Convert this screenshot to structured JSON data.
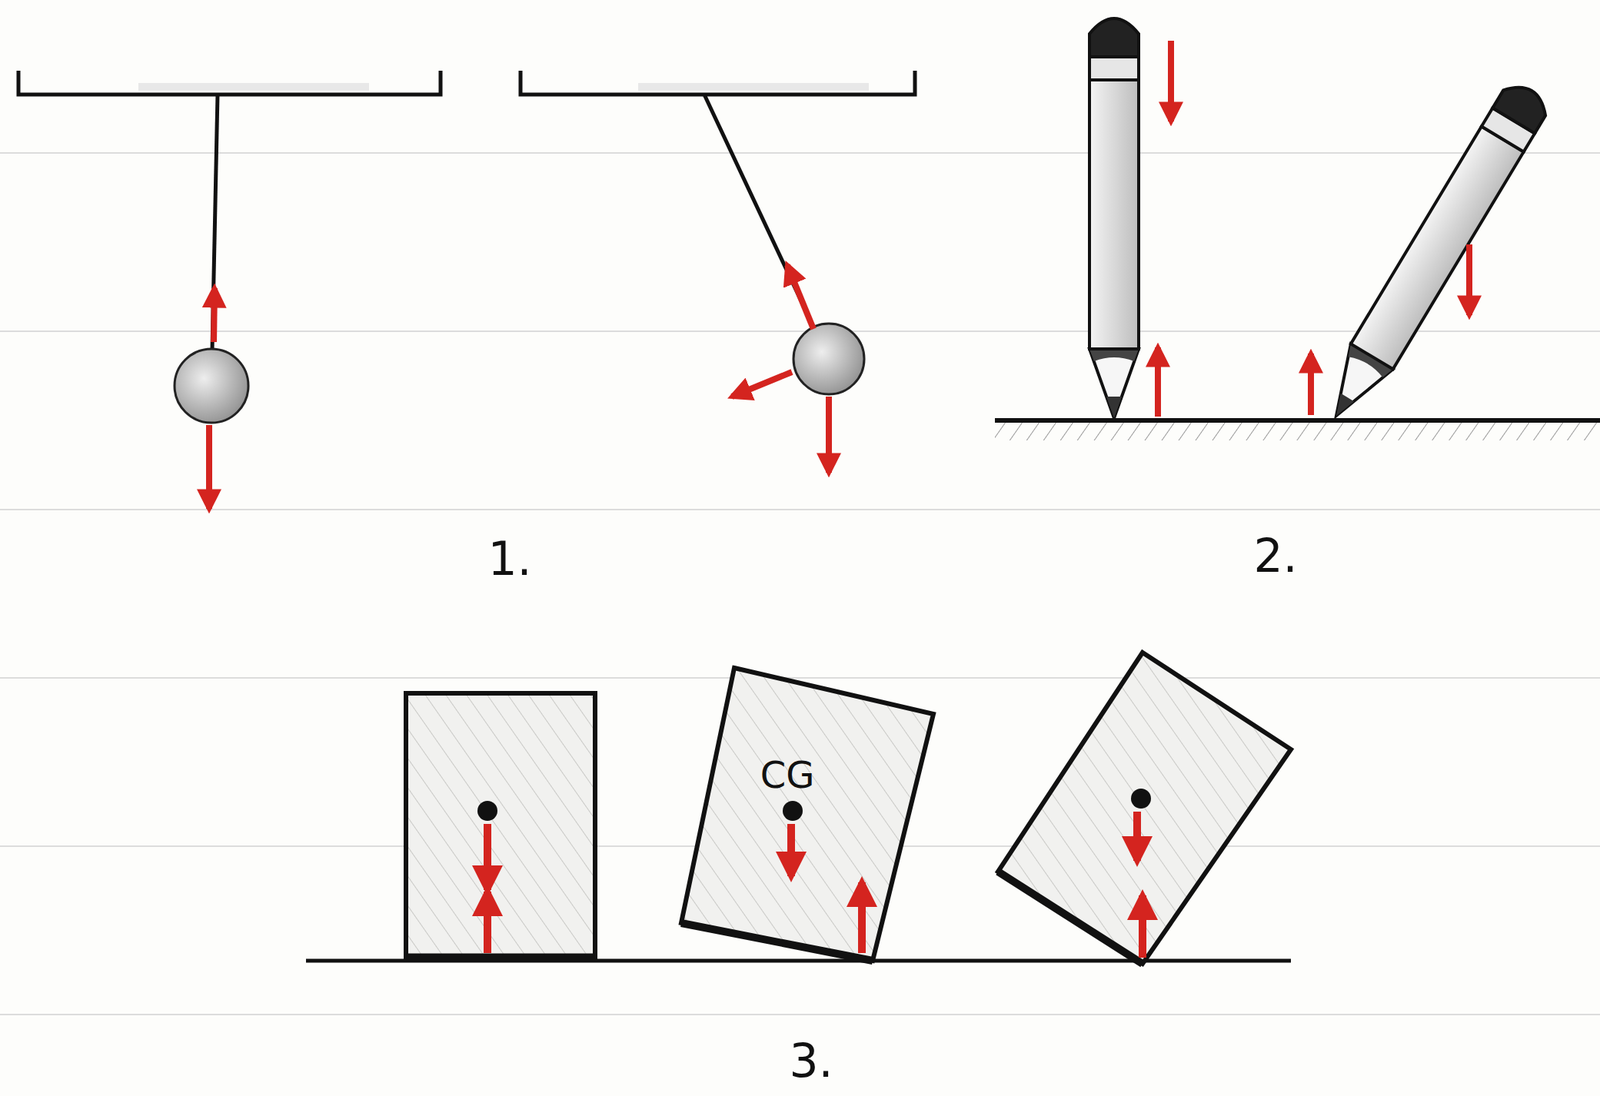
{
  "diagram": {
    "labels": [
      "1.",
      "2.",
      "CG",
      "3."
    ]
  }
}
